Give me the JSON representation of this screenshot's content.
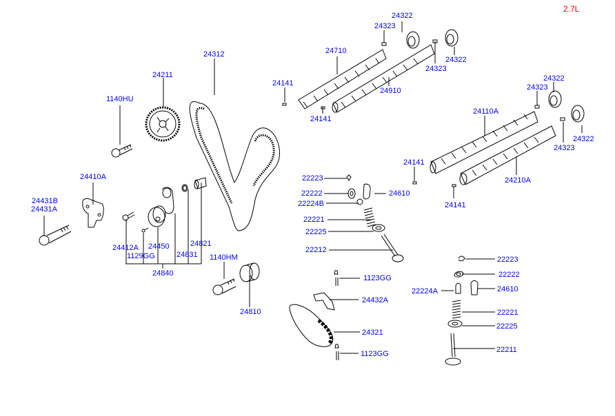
{
  "engine": "2.7L",
  "colors": {
    "label": "#0000ff",
    "engine": "#ff0000",
    "line": "#000000"
  },
  "parts": {
    "p24312": "24312",
    "p24211": "24211",
    "p1140HU": "1140HU",
    "p24410A": "24410A",
    "p24431B": "24431B",
    "p24431A": "24431A",
    "p24412A": "24412A",
    "p1129GG": "1129GG",
    "p24450": "24450",
    "p24831": "24831",
    "p24821": "24821",
    "p24840": "24840",
    "p1140HM": "1140HM",
    "p24810": "24810",
    "p24141_a": "24141",
    "p24141_b": "24141",
    "p24710": "24710",
    "p24910": "24910",
    "p24323_a": "24323",
    "p24322_a": "24322",
    "p24323_b": "24323",
    "p24322_b": "24322",
    "p24323_c": "24323",
    "p24322_c": "24322",
    "p24110A": "24110A",
    "p24323_d": "24323",
    "p24322_d": "24322",
    "p24141_c": "24141",
    "p24210A": "24210A",
    "p24141_d": "24141",
    "p22223_a": "22223",
    "p22222_a": "22222",
    "p24610_a": "24610",
    "p22224B": "22224B",
    "p22221_a": "22221",
    "p22225_a": "22225",
    "p22212": "22212",
    "p1123GG_a": "1123GG",
    "p24432A": "24432A",
    "p24321": "24321",
    "p1123GG_b": "1123GG",
    "p22223_b": "22223",
    "p22222_b": "22222",
    "p22224A": "22224A",
    "p24610_b": "24610",
    "p22221_b": "22221",
    "p22225_b": "22225",
    "p22211": "22211"
  }
}
